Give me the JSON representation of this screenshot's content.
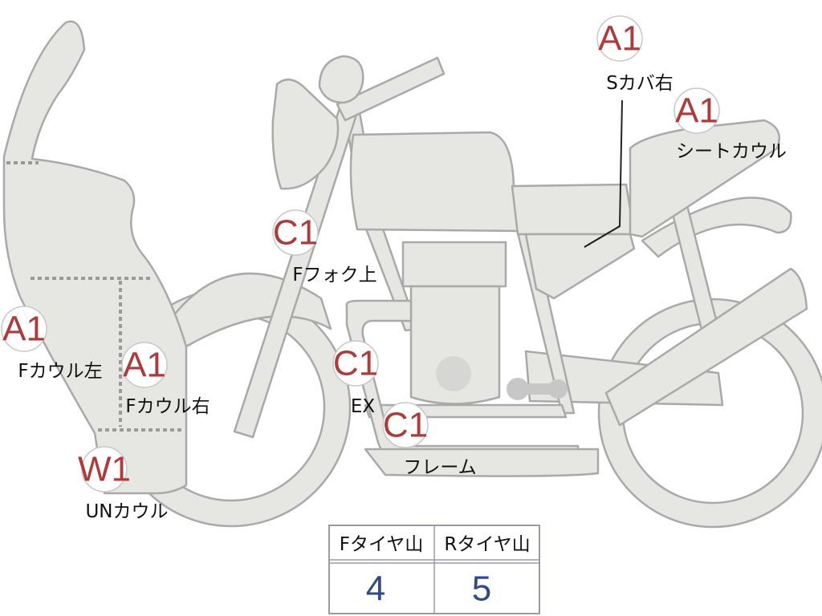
{
  "markers": [
    {
      "id": "s-cover-right",
      "grade": "A1",
      "label": "Sカバ右"
    },
    {
      "id": "seat-cowl",
      "grade": "A1",
      "label": "シートカウル"
    },
    {
      "id": "front-fork-upper",
      "grade": "C1",
      "label": "Fフォク上"
    },
    {
      "id": "front-cowl-left",
      "grade": "A1",
      "label": "Fカウル左"
    },
    {
      "id": "front-cowl-right",
      "grade": "A1",
      "label": "Fカウル右"
    },
    {
      "id": "exhaust",
      "grade": "C1",
      "label": "EX"
    },
    {
      "id": "frame",
      "grade": "C1",
      "label": "フレーム"
    },
    {
      "id": "under-cowl",
      "grade": "W1",
      "label": "UNカウル"
    }
  ],
  "tire_table": {
    "headers": [
      "Fタイヤ山",
      "Rタイヤ山"
    ],
    "values": [
      "4",
      "5"
    ]
  },
  "colors": {
    "grade": "#b03a3a",
    "value": "#2f4a8a",
    "part_fill": "#e6e6e2",
    "part_stroke": "#a9a9a9"
  }
}
